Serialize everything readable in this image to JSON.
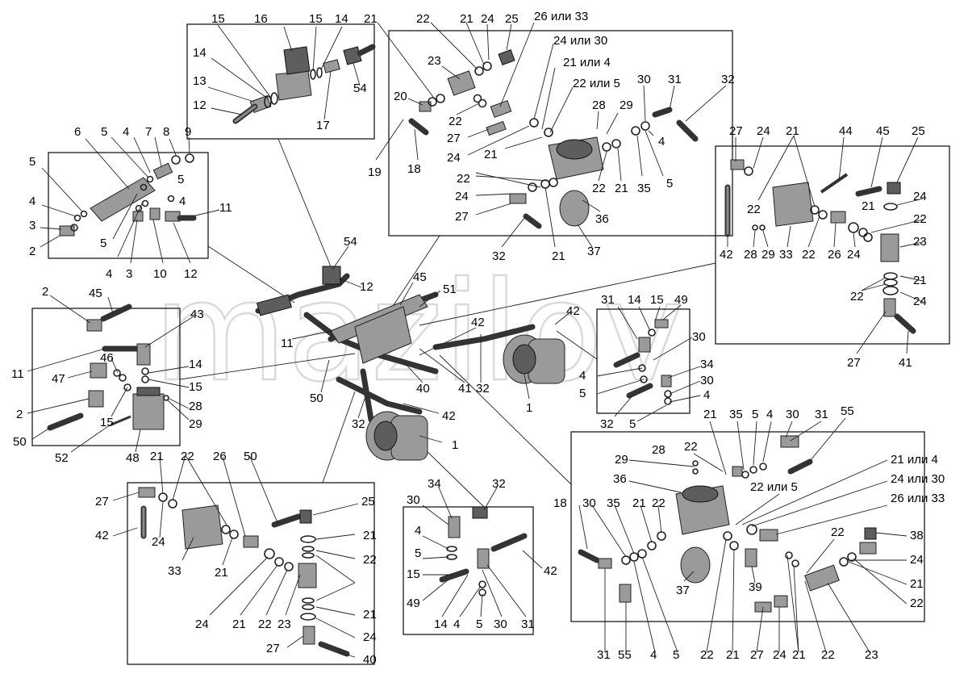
{
  "watermark": "mazilov",
  "labels": [
    {
      "id": "g1-15a",
      "text": "15"
    },
    {
      "id": "g1-16",
      "text": "16"
    },
    {
      "id": "g1-15b",
      "text": "15"
    },
    {
      "id": "g1-14a",
      "text": "14"
    },
    {
      "id": "g1-14b",
      "text": "14"
    },
    {
      "id": "g1-13",
      "text": "13"
    },
    {
      "id": "g1-12",
      "text": "12"
    },
    {
      "id": "g1-17",
      "text": "17"
    },
    {
      "id": "g1-54",
      "text": "54"
    },
    {
      "id": "g2-6",
      "text": "6"
    },
    {
      "id": "g2-5a",
      "text": "5"
    },
    {
      "id": "g2-4a",
      "text": "4"
    },
    {
      "id": "g2-7",
      "text": "7"
    },
    {
      "id": "g2-8",
      "text": "8"
    },
    {
      "id": "g2-9",
      "text": "9"
    },
    {
      "id": "g2-5b",
      "text": "5"
    },
    {
      "id": "g2-5c",
      "text": "5"
    },
    {
      "id": "g2-4b",
      "text": "4"
    },
    {
      "id": "g2-4c",
      "text": "4"
    },
    {
      "id": "g2-3a",
      "text": "3"
    },
    {
      "id": "g2-2",
      "text": "2"
    },
    {
      "id": "g2-11",
      "text": "11"
    },
    {
      "id": "g2-5d",
      "text": "5"
    },
    {
      "id": "g2-4d",
      "text": "4"
    },
    {
      "id": "g2-3b",
      "text": "3"
    },
    {
      "id": "g2-10",
      "text": "10"
    },
    {
      "id": "g2-12",
      "text": "12"
    },
    {
      "id": "g3-21a",
      "text": "21"
    },
    {
      "id": "g3-22a",
      "text": "22"
    },
    {
      "id": "g3-21b",
      "text": "21"
    },
    {
      "id": "g3-24a",
      "text": "24"
    },
    {
      "id": "g3-25",
      "text": "25"
    },
    {
      "id": "g3-2633",
      "text": "26 или 33"
    },
    {
      "id": "g3-2430",
      "text": "24 или 30"
    },
    {
      "id": "g3-23",
      "text": "23"
    },
    {
      "id": "g3-214",
      "text": "21 или 4"
    },
    {
      "id": "g3-225",
      "text": "22 или 5"
    },
    {
      "id": "g3-30",
      "text": "30"
    },
    {
      "id": "g3-31",
      "text": "31"
    },
    {
      "id": "g3-32a",
      "text": "32"
    },
    {
      "id": "g3-20",
      "text": "20"
    },
    {
      "id": "g3-22b",
      "text": "22"
    },
    {
      "id": "g3-28",
      "text": "28"
    },
    {
      "id": "g3-29",
      "text": "29"
    },
    {
      "id": "g3-27a",
      "text": "27"
    },
    {
      "id": "g3-24b",
      "text": "24"
    },
    {
      "id": "g3-21c",
      "text": "21"
    },
    {
      "id": "g3-4",
      "text": "4"
    },
    {
      "id": "g3-19",
      "text": "19"
    },
    {
      "id": "g3-18",
      "text": "18"
    },
    {
      "id": "g3-22c",
      "text": "22"
    },
    {
      "id": "g3-22d",
      "text": "22"
    },
    {
      "id": "g3-21d",
      "text": "21"
    },
    {
      "id": "g3-35",
      "text": "35"
    },
    {
      "id": "g3-5",
      "text": "5"
    },
    {
      "id": "g3-24c",
      "text": "24"
    },
    {
      "id": "g3-27b",
      "text": "27"
    },
    {
      "id": "g3-36",
      "text": "36"
    },
    {
      "id": "g3-32b",
      "text": "32"
    },
    {
      "id": "g3-21e",
      "text": "21"
    },
    {
      "id": "g3-37",
      "text": "37"
    },
    {
      "id": "g4-27a",
      "text": "27"
    },
    {
      "id": "g4-24a",
      "text": "24"
    },
    {
      "id": "g4-21a",
      "text": "21"
    },
    {
      "id": "g4-44",
      "text": "44"
    },
    {
      "id": "g4-45",
      "text": "45"
    },
    {
      "id": "g4-25",
      "text": "25"
    },
    {
      "id": "g4-22a",
      "text": "22"
    },
    {
      "id": "g4-21b",
      "text": "21"
    },
    {
      "id": "g4-24b",
      "text": "24"
    },
    {
      "id": "g4-22b",
      "text": "22"
    },
    {
      "id": "g4-42",
      "text": "42"
    },
    {
      "id": "g4-28",
      "text": "28"
    },
    {
      "id": "g4-29",
      "text": "29"
    },
    {
      "id": "g4-33",
      "text": "33"
    },
    {
      "id": "g4-22c",
      "text": "22"
    },
    {
      "id": "g4-26",
      "text": "26"
    },
    {
      "id": "g4-24c",
      "text": "24"
    },
    {
      "id": "g4-23",
      "text": "23"
    },
    {
      "id": "g4-21c",
      "text": "21"
    },
    {
      "id": "g4-22d",
      "text": "22"
    },
    {
      "id": "g4-24d",
      "text": "24"
    },
    {
      "id": "g4-27b",
      "text": "27"
    },
    {
      "id": "g4-41",
      "text": "41"
    },
    {
      "id": "c-54",
      "text": "54"
    },
    {
      "id": "c-12",
      "text": "12"
    },
    {
      "id": "c-45",
      "text": "45"
    },
    {
      "id": "c-51",
      "text": "51"
    },
    {
      "id": "c-42a",
      "text": "42"
    },
    {
      "id": "c-42b",
      "text": "42"
    },
    {
      "id": "c-11",
      "text": "11"
    },
    {
      "id": "c-41",
      "text": "41"
    },
    {
      "id": "c-32a",
      "text": "32"
    },
    {
      "id": "c-40",
      "text": "40"
    },
    {
      "id": "c-50",
      "text": "50"
    },
    {
      "id": "c-1a",
      "text": "1"
    },
    {
      "id": "c-32b",
      "text": "32"
    },
    {
      "id": "c-42c",
      "text": "42"
    },
    {
      "id": "c-1b",
      "text": "1"
    },
    {
      "id": "g5-31",
      "text": "31"
    },
    {
      "id": "g5-14",
      "text": "14"
    },
    {
      "id": "g5-15",
      "text": "15"
    },
    {
      "id": "g5-49",
      "text": "49"
    },
    {
      "id": "g5-30a",
      "text": "30"
    },
    {
      "id": "g5-34",
      "text": "34"
    },
    {
      "id": "g5-4a",
      "text": "4"
    },
    {
      "id": "g5-30b",
      "text": "30"
    },
    {
      "id": "g5-4b",
      "text": "4"
    },
    {
      "id": "g5-5a",
      "text": "5"
    },
    {
      "id": "g5-32",
      "text": "32"
    },
    {
      "id": "g5-5b",
      "text": "5"
    },
    {
      "id": "g6-2a",
      "text": "2"
    },
    {
      "id": "g6-45",
      "text": "45"
    },
    {
      "id": "g6-43",
      "text": "43"
    },
    {
      "id": "g6-46",
      "text": "46"
    },
    {
      "id": "g6-14",
      "text": "14"
    },
    {
      "id": "g6-11",
      "text": "11"
    },
    {
      "id": "g6-47",
      "text": "47"
    },
    {
      "id": "g6-15a",
      "text": "15"
    },
    {
      "id": "g6-28",
      "text": "28"
    },
    {
      "id": "g6-2b",
      "text": "2"
    },
    {
      "id": "g6-15b",
      "text": "15"
    },
    {
      "id": "g6-29",
      "text": "29"
    },
    {
      "id": "g6-50",
      "text": "50"
    },
    {
      "id": "g6-52",
      "text": "52"
    },
    {
      "id": "g6-48",
      "text": "48"
    },
    {
      "id": "g7-21a",
      "text": "21"
    },
    {
      "id": "g7-22a",
      "text": "22"
    },
    {
      "id": "g7-26",
      "text": "26"
    },
    {
      "id": "g7-50",
      "text": "50"
    },
    {
      "id": "g7-27a",
      "text": "27"
    },
    {
      "id": "g7-25",
      "text": "25"
    },
    {
      "id": "g7-42",
      "text": "42"
    },
    {
      "id": "g7-24a",
      "text": "24"
    },
    {
      "id": "g7-21b",
      "text": "21"
    },
    {
      "id": "g7-22b",
      "text": "22"
    },
    {
      "id": "g7-33",
      "text": "33"
    },
    {
      "id": "g7-21c",
      "text": "21"
    },
    {
      "id": "g7-24b",
      "text": "24"
    },
    {
      "id": "g7-21d",
      "text": "21"
    },
    {
      "id": "g7-22c",
      "text": "22"
    },
    {
      "id": "g7-23",
      "text": "23"
    },
    {
      "id": "g7-21e",
      "text": "21"
    },
    {
      "id": "g7-24c",
      "text": "24"
    },
    {
      "id": "g7-27b",
      "text": "27"
    },
    {
      "id": "g7-40",
      "text": "40"
    },
    {
      "id": "g8-34",
      "text": "34"
    },
    {
      "id": "g8-32",
      "text": "32"
    },
    {
      "id": "g8-30a",
      "text": "30"
    },
    {
      "id": "g8-4a",
      "text": "4"
    },
    {
      "id": "g8-5a",
      "text": "5"
    },
    {
      "id": "g8-42",
      "text": "42"
    },
    {
      "id": "g8-15",
      "text": "15"
    },
    {
      "id": "g8-49",
      "text": "49"
    },
    {
      "id": "g8-14",
      "text": "14"
    },
    {
      "id": "g8-4b",
      "text": "4"
    },
    {
      "id": "g8-5b",
      "text": "5"
    },
    {
      "id": "g8-30b",
      "text": "30"
    },
    {
      "id": "g8-31",
      "text": "31"
    },
    {
      "id": "g9-21a",
      "text": "21"
    },
    {
      "id": "g9-35a",
      "text": "35"
    },
    {
      "id": "g9-5a",
      "text": "5"
    },
    {
      "id": "g9-4a",
      "text": "4"
    },
    {
      "id": "g9-30a",
      "text": "30"
    },
    {
      "id": "g9-31a",
      "text": "31"
    },
    {
      "id": "g9-55a",
      "text": "55"
    },
    {
      "id": "g9-22a",
      "text": "22"
    },
    {
      "id": "g9-28",
      "text": "28"
    },
    {
      "id": "g9-29",
      "text": "29"
    },
    {
      "id": "g9-36",
      "text": "36"
    },
    {
      "id": "g9-225",
      "text": "22 или 5"
    },
    {
      "id": "g9-214",
      "text": "21 или 4"
    },
    {
      "id": "g9-2430",
      "text": "24 или 30"
    },
    {
      "id": "g9-2633",
      "text": "26 или 33"
    },
    {
      "id": "g9-18",
      "text": "18"
    },
    {
      "id": "g9-30b",
      "text": "30"
    },
    {
      "id": "g9-35b",
      "text": "35"
    },
    {
      "id": "g9-21b",
      "text": "21"
    },
    {
      "id": "g9-22b",
      "text": "22"
    },
    {
      "id": "g9-22c",
      "text": "22"
    },
    {
      "id": "g9-38",
      "text": "38"
    },
    {
      "id": "g9-24a",
      "text": "24"
    },
    {
      "id": "g9-37",
      "text": "37"
    },
    {
      "id": "g9-39",
      "text": "39"
    },
    {
      "id": "g9-21c",
      "text": "21"
    },
    {
      "id": "g9-22d",
      "text": "22"
    },
    {
      "id": "g9-31b",
      "text": "31"
    },
    {
      "id": "g9-55b",
      "text": "55"
    },
    {
      "id": "g9-4b",
      "text": "4"
    },
    {
      "id": "g9-5b",
      "text": "5"
    },
    {
      "id": "g9-22e",
      "text": "22"
    },
    {
      "id": "g9-21d",
      "text": "21"
    },
    {
      "id": "g9-27",
      "text": "27"
    },
    {
      "id": "g9-24b",
      "text": "24"
    },
    {
      "id": "g9-21e",
      "text": "21"
    },
    {
      "id": "g9-22f",
      "text": "22"
    },
    {
      "id": "g9-23",
      "text": "23"
    }
  ]
}
